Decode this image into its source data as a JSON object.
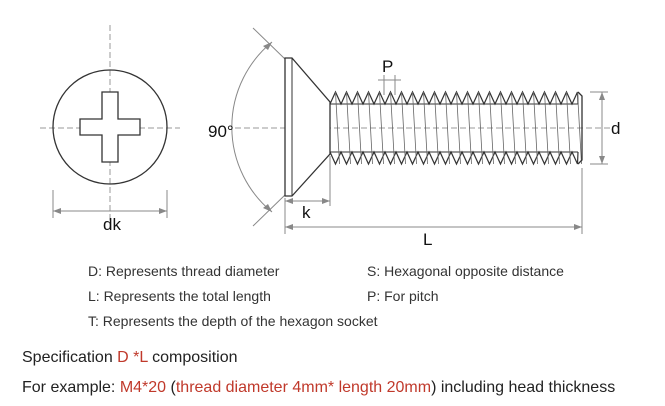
{
  "labels": {
    "dk": "dk",
    "angle": "90°",
    "p": "P",
    "k": "k",
    "l": "L",
    "d": "d"
  },
  "legend": {
    "d": "D: Represents thread diameter",
    "s": "S: Hexagonal opposite distance",
    "l": "L: Represents the total length",
    "p": "P: For pitch",
    "t": "T: Represents the depth of the hexagon socket"
  },
  "spec": {
    "prefix": "Specification ",
    "highlight": "D *L",
    "suffix": " composition"
  },
  "example": {
    "prefix": "For example: ",
    "code": "M4*20",
    "open": " (",
    "detail": "thread diameter 4mm* length 20mm",
    "close": ") including head thickness"
  },
  "colors": {
    "highlight": "#c0392b",
    "outline": "#333333",
    "dimension": "#888888"
  }
}
